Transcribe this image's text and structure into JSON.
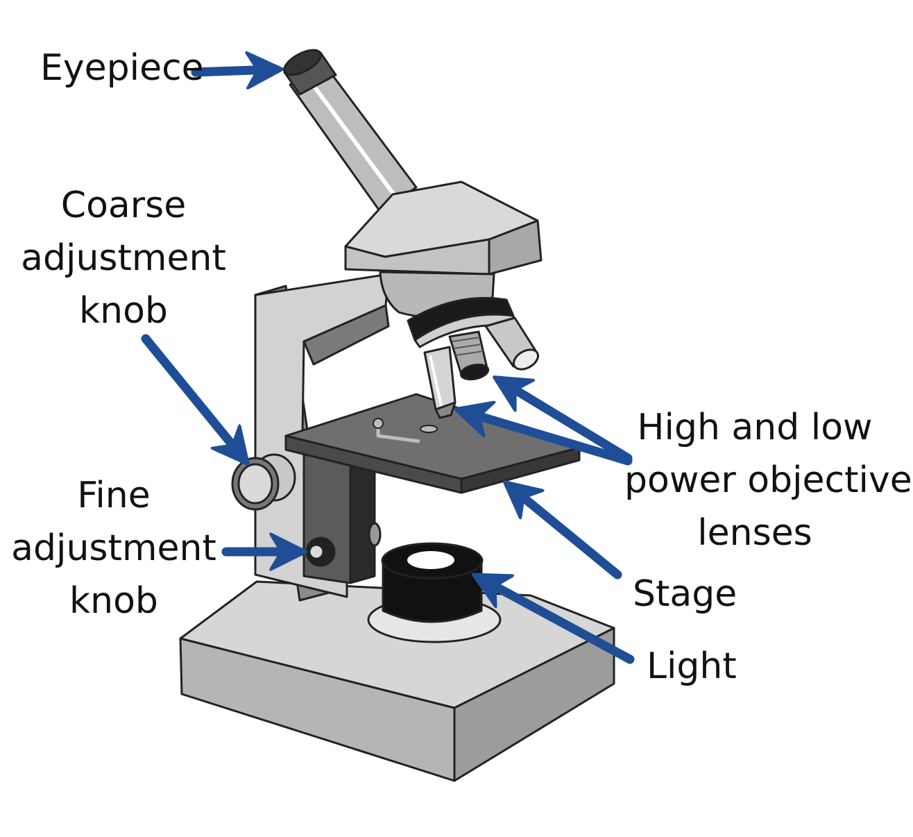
{
  "colors": {
    "arrow": "#1F4E96",
    "outline": "#222222",
    "body_light": "#D8D8D8",
    "body_mid": "#B4B4B4",
    "body_dark": "#6E6E6E",
    "stage": "#6F6F6F",
    "black": "#111111"
  },
  "labels": {
    "eyepiece": "Eyepiece",
    "coarse": [
      "Coarse",
      "adjustment",
      "knob"
    ],
    "fine": [
      "Fine",
      "adjustment",
      "knob"
    ],
    "objectives": [
      "High and low",
      "power objective",
      "lenses"
    ],
    "stage": "Stage",
    "light": "Light"
  }
}
